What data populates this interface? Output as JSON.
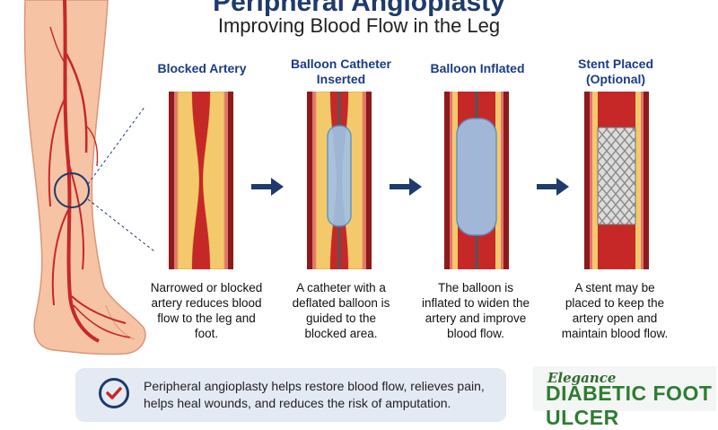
{
  "header": {
    "title": "Peripheral Angioplasty",
    "subtitle": "Improving Blood Flow in the Leg"
  },
  "steps": [
    {
      "title": "Blocked Artery",
      "desc": "Narrowed or blocked artery reduces blood flow to the leg and foot."
    },
    {
      "title": "Balloon Catheter Inserted",
      "desc": "A catheter with a deflated balloon is guided to the blocked area."
    },
    {
      "title": "Balloon Inflated",
      "desc": "The balloon is inflated to widen the artery and improve blood flow."
    },
    {
      "title": "Stent Placed (Optional)",
      "desc": "A stent may be placed to keep the artery open and maintain blood flow."
    }
  ],
  "footer": {
    "note": "Peripheral angioplasty helps restore blood flow, relieves pain, helps heal wounds, and reduces the risk of amputation."
  },
  "logo": {
    "top": "Elegance",
    "main": "DIABETIC FOOT ULCER"
  },
  "colors": {
    "artery": "#c62828",
    "arteryDark": "#8e1b1b",
    "plaque": "#f3c96b",
    "accent": "#1f3a6b",
    "balloon": "#9fc3e6"
  },
  "icons": [
    "check-circle-icon",
    "arrow-right-icon"
  ]
}
